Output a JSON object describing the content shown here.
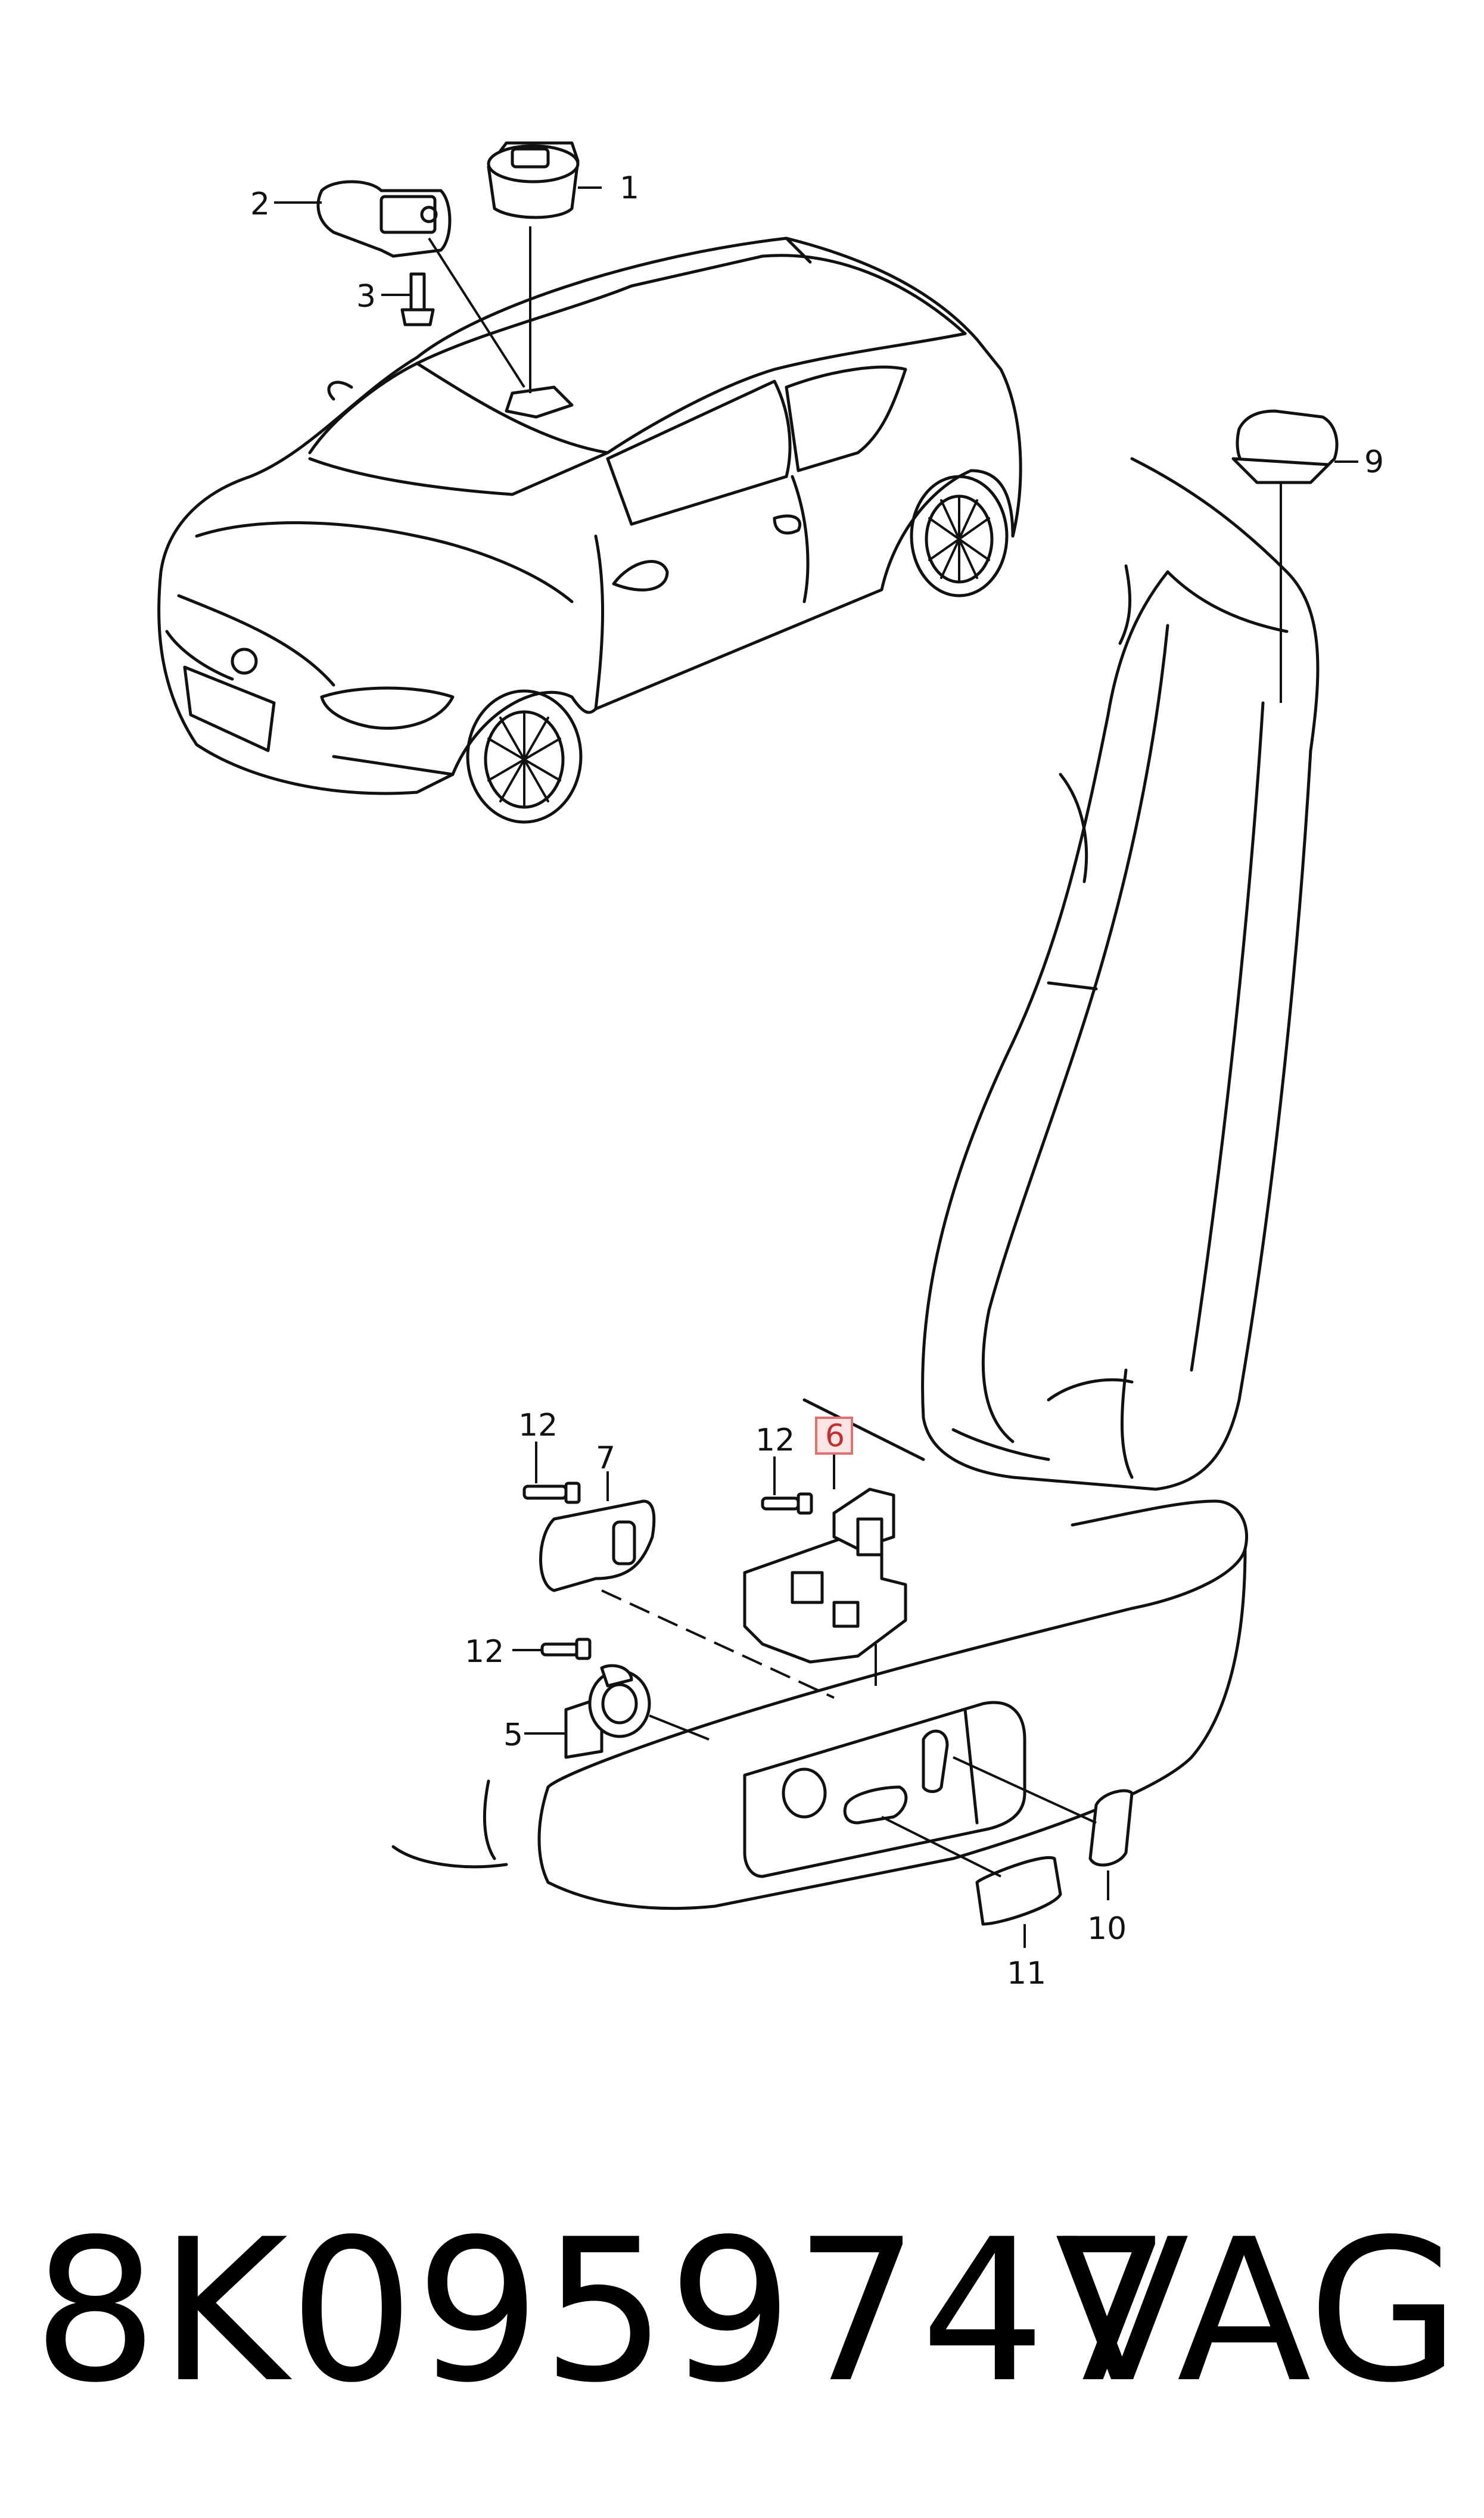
{
  "callouts": {
    "c1": "1",
    "c2": "2",
    "c3": "3",
    "c5": "5",
    "c6": "6",
    "c7": "7",
    "c9": "9",
    "c10": "10",
    "c11": "11",
    "c12a": "12",
    "c12b": "12",
    "c12c": "12"
  },
  "highlight_color": "#e07070",
  "footer": {
    "part_number": "8K0959747",
    "brand": "VAG"
  }
}
